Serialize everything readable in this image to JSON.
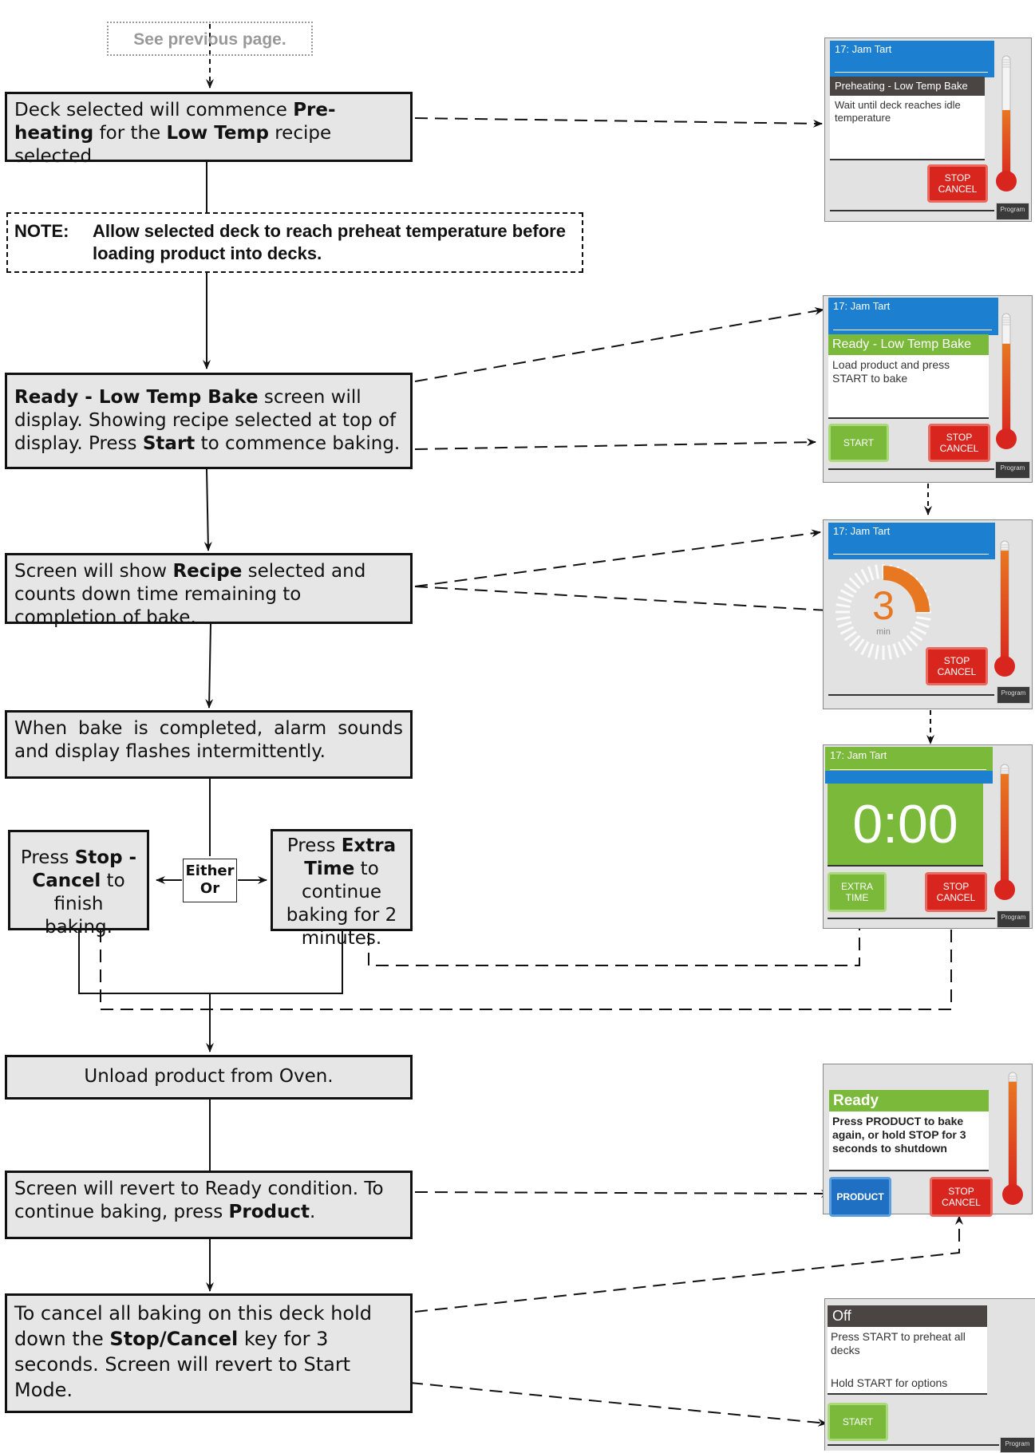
{
  "flow": {
    "prev_page": "See previous page.",
    "step1": {
      "t1": "Deck selected will commence ",
      "b1": "Pre-heating",
      "t2": " for the ",
      "b2": "Low Temp",
      "t3": " recipe selected."
    },
    "note": {
      "label": "NOTE:",
      "text": "Allow selected deck to reach preheat temperature before loading product into decks."
    },
    "step2": {
      "b1": "Ready - Low Temp Bake",
      "t1": " screen will display.  Showing recipe selected at top of display.  Press ",
      "b2": "Start",
      "t2": " to commence baking."
    },
    "step3": {
      "t1": "Screen will show ",
      "b1": "Recipe",
      "t2": " selected and counts down time remaining to completion of bake."
    },
    "step4": {
      "t1": "When bake is completed, alarm sounds and display flashes intermittently."
    },
    "option_stop": {
      "t1": "Press ",
      "b1": "Stop - Cancel",
      "t2": " to finish baking."
    },
    "either": {
      "line1": "Either",
      "line2": "Or"
    },
    "option_extra": {
      "t1": "Press ",
      "b1": "Extra Time",
      "t2": " to continue baking for 2 minutes."
    },
    "step5": {
      "t1": "Unload product from Oven."
    },
    "step6": {
      "t1": "Screen will revert to Ready condition.  To continue baking, press ",
      "b1": "Product",
      "t2": "."
    },
    "step7": {
      "t1": "To cancel all baking on this deck hold down the ",
      "b1": "Stop/Cancel",
      "t2": " key for 3 seconds.  Screen will revert to Start Mode."
    }
  },
  "screens": {
    "preheat": {
      "title": "17: Jam Tart",
      "status": "Preheating - Low Temp Bake",
      "message": "Wait until deck reaches idle temperature",
      "stop_btn": "STOP CANCEL",
      "program_btn": "Program",
      "thermometer_fill": 0.55
    },
    "ready": {
      "title": "17: Jam Tart",
      "status": "Ready - Low Temp Bake",
      "message": "Load product and press START to bake",
      "start_btn": "START",
      "stop_btn": "STOP CANCEL",
      "program_btn": "Program",
      "thermometer_fill": 0.75
    },
    "countdown": {
      "title": "17: Jam Tart",
      "time": "3",
      "unit": "min",
      "stop_btn": "STOP CANCEL",
      "program_btn": "Program",
      "thermometer_fill": 0.92,
      "timer_progress": 0.25
    },
    "done": {
      "title": "17: Jam Tart",
      "time": "0:00",
      "extra_btn": "EXTRA TIME",
      "stop_btn": "STOP CANCEL",
      "program_btn": "Program",
      "thermometer_fill": 0.92
    },
    "ready2": {
      "status": "Ready",
      "message": "Press PRODUCT to bake again, or hold STOP for 3 seconds to shutdown",
      "product_btn": "PRODUCT",
      "stop_btn": "STOP CANCEL",
      "thermometer_fill": 0.92
    },
    "off": {
      "status": "Off",
      "message": "Press START to preheat all decks",
      "message2": "Hold START for options",
      "start_btn": "START",
      "program_btn": "Program"
    }
  },
  "colors": {
    "status_blue": "#1c7fd0",
    "status_green": "#7ab93a",
    "status_dark": "#4a4542",
    "stop_red": "#d8261f",
    "timer_orange": "#e87722",
    "therm_red": "#d8261f"
  }
}
